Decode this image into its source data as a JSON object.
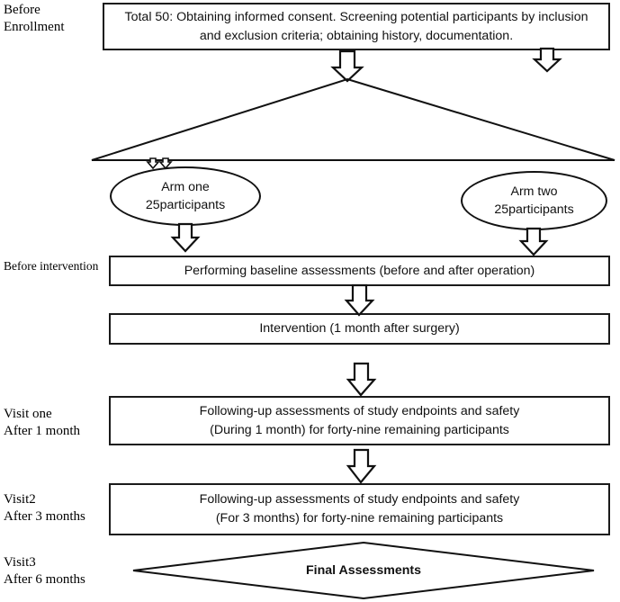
{
  "diagram": {
    "title": "Clinical trial participant flow diagram",
    "colors": {
      "stroke": "#111111",
      "fill": "#ffffff",
      "text": "#111111"
    },
    "stage_labels": [
      {
        "id": "before-enrollment",
        "text": "Before\nEnrollment"
      },
      {
        "id": "before-intervention",
        "text": "Before intervention"
      },
      {
        "id": "visit-one",
        "text": "Visit one\nAfter 1 month"
      },
      {
        "id": "visit-two",
        "text": "Visit2\nAfter 3 months"
      },
      {
        "id": "visit-three",
        "text": "Visit3\nAfter 6 months"
      }
    ],
    "nodes": {
      "enrollment_box": "Total 50: Obtaining informed consent. Screening potential participants by inclusion and exclusion criteria; obtaining history, documentation.",
      "arm_one": "Arm one\n25participants",
      "arm_two": "Arm two\n25participants",
      "baseline_box": "Performing baseline assessments (before and after operation)",
      "intervention_box": "Intervention (1 month after surgery)",
      "visit_one_box": "Following-up assessments of study endpoints and safety\n(During 1 month) for forty-nine remaining participants",
      "visit_two_box": "Following-up assessments of study endpoints and safety\n(For 3 months) for forty-nine remaining participants",
      "final_diamond": "Final Assessments"
    },
    "connectors": [
      {
        "id": "arrow-enrollment-center",
        "icon": "down-arrow-icon"
      },
      {
        "id": "arrow-enrollment-right",
        "icon": "down-arrow-icon"
      },
      {
        "id": "split-triangle",
        "icon": "randomization-split-icon"
      },
      {
        "id": "arrow-arm-one-in",
        "icon": "down-arrow-small-icon"
      },
      {
        "id": "arrow-arm-one-in-2",
        "icon": "down-arrow-small-icon"
      },
      {
        "id": "arrow-arm-one-out",
        "icon": "down-arrow-icon"
      },
      {
        "id": "arrow-arm-two-out",
        "icon": "down-arrow-icon"
      },
      {
        "id": "arrow-baseline-to-intervention",
        "icon": "down-arrow-icon"
      },
      {
        "id": "arrow-intervention-to-visit-one",
        "icon": "down-arrow-icon"
      },
      {
        "id": "arrow-visit-one-to-visit-two",
        "icon": "down-arrow-icon"
      }
    ]
  }
}
